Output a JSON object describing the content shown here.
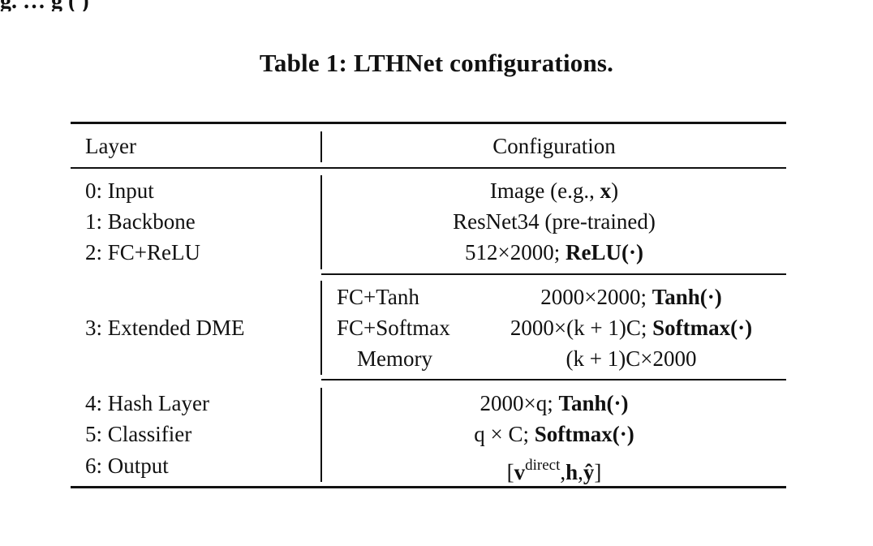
{
  "top_fragment": "g.  … g       (       )",
  "caption": "Table 1: LTHNet configurations.",
  "table": {
    "headers": {
      "layer": "Layer",
      "configuration": "Configuration"
    },
    "group1": [
      {
        "layer": "0: Input",
        "config_plain": "Image (e.g., ",
        "config_bold": "x",
        "config_tail": ")"
      },
      {
        "layer": "1: Backbone",
        "config_plain": "ResNet34 (pre-trained)",
        "config_bold": "",
        "config_tail": ""
      },
      {
        "layer": "2: FC+ReLU",
        "config_plain": "512×2000; ",
        "config_bold": "ReLU(·)",
        "config_tail": ""
      }
    ],
    "group2": {
      "layer": "3: Extended DME",
      "rows": [
        {
          "sub": "FC+Tanh",
          "config_plain": "2000×2000; ",
          "config_bold": "Tanh(·)"
        },
        {
          "sub": "FC+Softmax",
          "config_plain": "2000×(k + 1)C; ",
          "config_bold": "Softmax(·)"
        },
        {
          "sub": "Memory",
          "config_plain": "(k + 1)C×2000",
          "config_bold": ""
        }
      ]
    },
    "group3": [
      {
        "layer": "4: Hash Layer",
        "config_plain": "2000×q; ",
        "config_bold": "Tanh(·)"
      },
      {
        "layer": "5: Classifier",
        "config_plain": "q × C; ",
        "config_bold": "Softmax(·)"
      },
      {
        "layer": "6: Output",
        "out_open": "[",
        "out_v": "v",
        "out_sup": "direct",
        "out_mid": ",",
        "out_h": "h",
        "out_comma": ",",
        "out_y": "ŷ",
        "out_close": "]"
      }
    ]
  }
}
